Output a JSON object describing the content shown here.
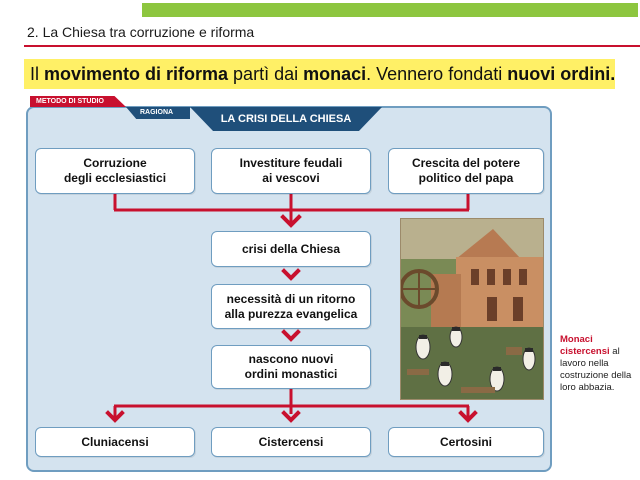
{
  "header": {
    "section_title": "2. La Chiesa tra corruzione e riforma",
    "headline_parts": [
      "Il ",
      "movimento di riforma",
      " partì dai ",
      "monaci",
      ". Vennero fondati ",
      "nuovi ordini."
    ]
  },
  "panel": {
    "tab_metodo": "METODO DI STUDIO",
    "tab_ragiona": "RAGIONA",
    "tab_crisi": "LA CRISI DELLA CHIESA"
  },
  "causes": [
    "Corruzione\ndegli ecclesiastici",
    "Investiture feudali\nai vescovi",
    "Crescita del potere\npolitico del papa"
  ],
  "chain": [
    "crisi della Chiesa",
    "necessità di un ritorno\nalla purezza evangelica",
    "nascono nuovi\nordini monastici"
  ],
  "orders": [
    "Cluniacensi",
    "Cistercensi",
    "Certosini"
  ],
  "caption": {
    "highlight": "Monaci cistercensi",
    "rest": " al lavoro nella costruzione della loro abbazia."
  },
  "colors": {
    "accent_red": "#c8102e",
    "panel_blue": "#d4e3ef",
    "tab_navy": "#1f4f7a",
    "top_bar_green": "#8dc63f",
    "headline_yellow": "#fff066"
  }
}
